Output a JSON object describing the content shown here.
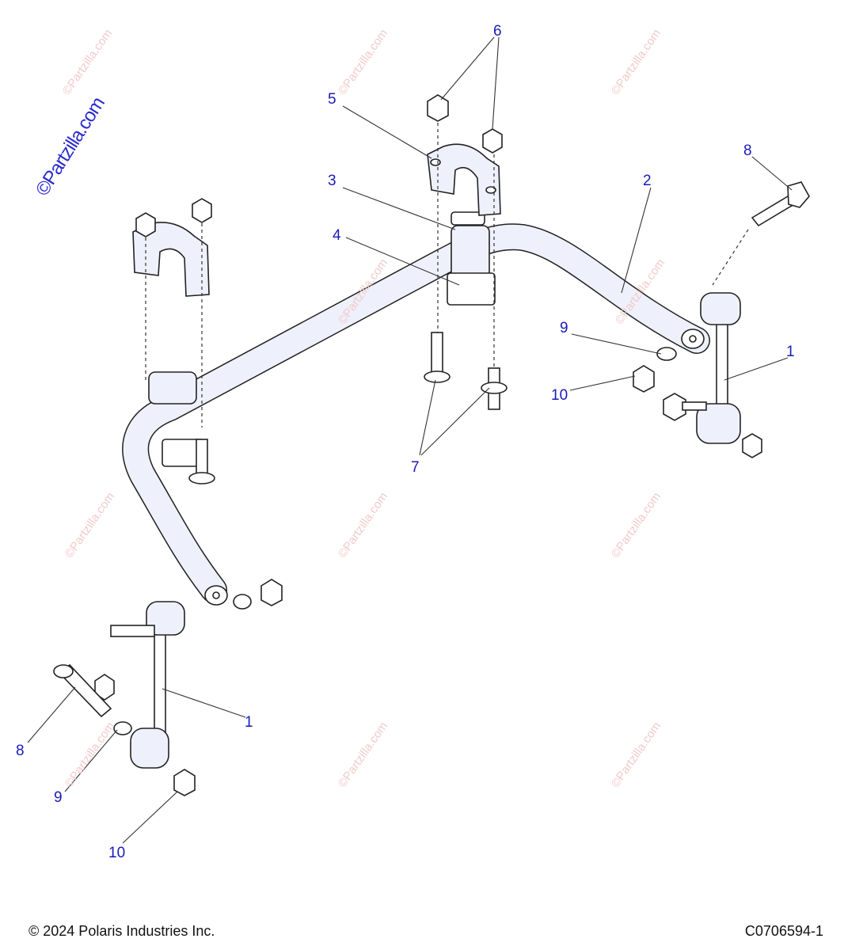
{
  "callouts": {
    "c1a": "1",
    "c1b": "1",
    "c2": "2",
    "c3": "3",
    "c4": "4",
    "c5": "5",
    "c6": "6",
    "c7": "7",
    "c8a": "8",
    "c8b": "8",
    "c9a": "9",
    "c9b": "9",
    "c10a": "10",
    "c10b": "10"
  },
  "brand_mark": "©Partzilla.com",
  "watermark": "©Partzilla.com",
  "footer": {
    "copyright": "© 2024 Polaris Industries Inc.",
    "code": "C0706594-1"
  },
  "colors": {
    "callout": "#1a1ab8",
    "watermark": "#f2caca",
    "brand": "#2a2ad0"
  }
}
